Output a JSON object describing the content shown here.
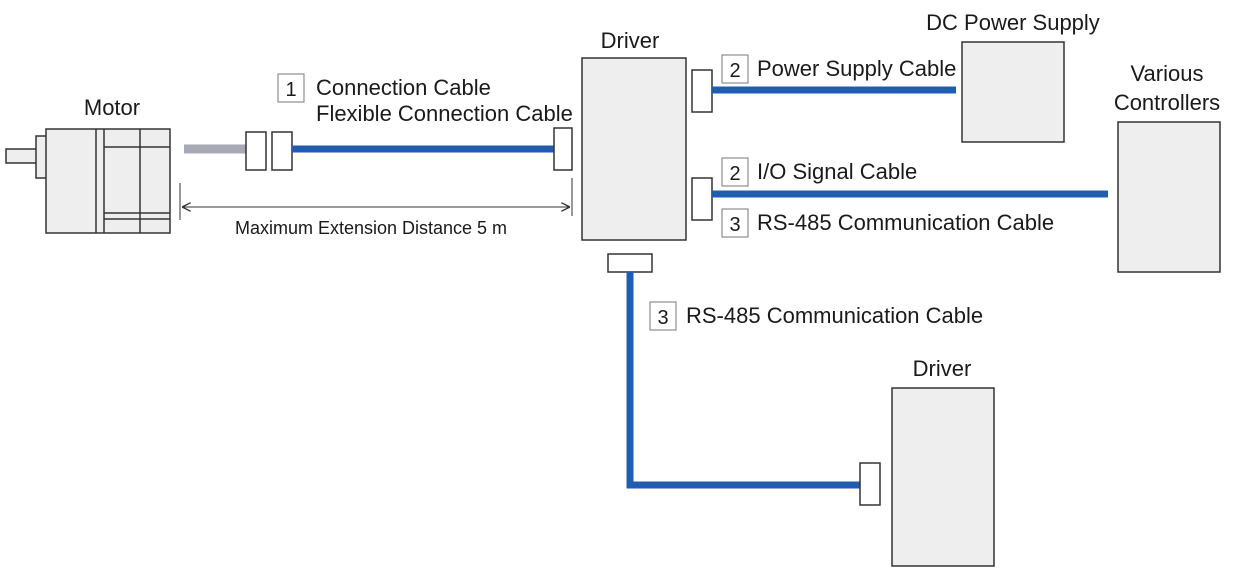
{
  "labels": {
    "motor": "Motor",
    "driver_main": "Driver",
    "driver_second": "Driver",
    "dc_power_supply": "DC Power Supply",
    "various_line1": "Various",
    "various_line2": "Controllers"
  },
  "cables": {
    "connection": {
      "number": "1",
      "line1": "Connection Cable",
      "line2": "Flexible Connection Cable"
    },
    "power_supply": {
      "number": "2",
      "text": "Power Supply Cable"
    },
    "io_signal": {
      "number": "2",
      "text": "I/O Signal Cable"
    },
    "rs485_controller": {
      "number": "3",
      "text": "RS-485 Communication Cable"
    },
    "rs485_driver": {
      "number": "3",
      "text": "RS-485 Communication Cable"
    }
  },
  "dimension": {
    "text": "Maximum Extension Distance 5 m"
  },
  "colors": {
    "cable": "#1f5db0",
    "box_fill": "#eeeeee",
    "outline": "#333333"
  }
}
